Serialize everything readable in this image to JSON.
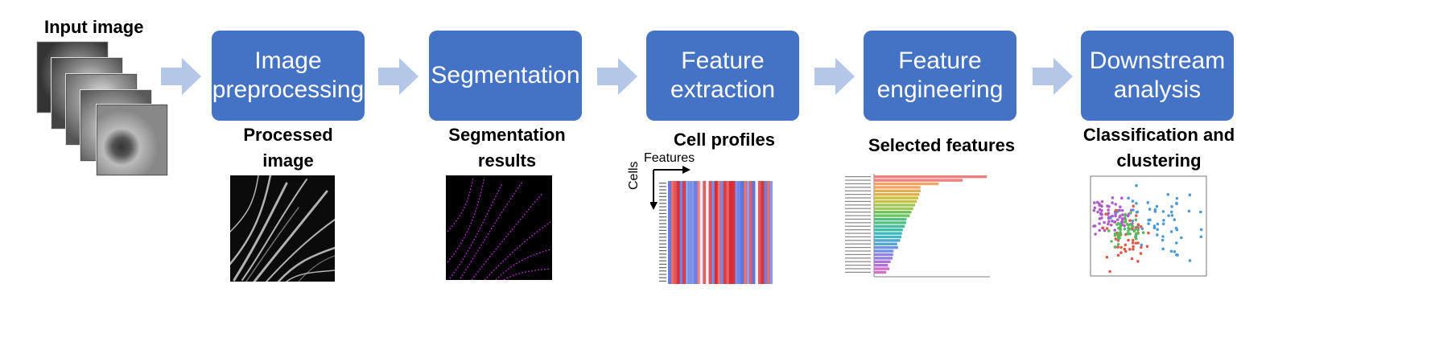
{
  "input": {
    "title": "Input image"
  },
  "steps": [
    {
      "label": "Image\npreprocessing",
      "caption": "Processed\nimage"
    },
    {
      "label": "Segmentation",
      "caption": "Segmentation\nresults"
    },
    {
      "label": "Feature\nextraction",
      "caption": "Cell profiles"
    },
    {
      "label": "Feature\nengineering",
      "caption": "Selected features"
    },
    {
      "label": "Downstream\nanalysis",
      "caption": "Classification and\nclustering"
    }
  ],
  "heatmap": {
    "x_label": "Features",
    "y_label": "Cells"
  },
  "colors": {
    "box": "#4472c4",
    "arrow": "#b4c7e7"
  }
}
